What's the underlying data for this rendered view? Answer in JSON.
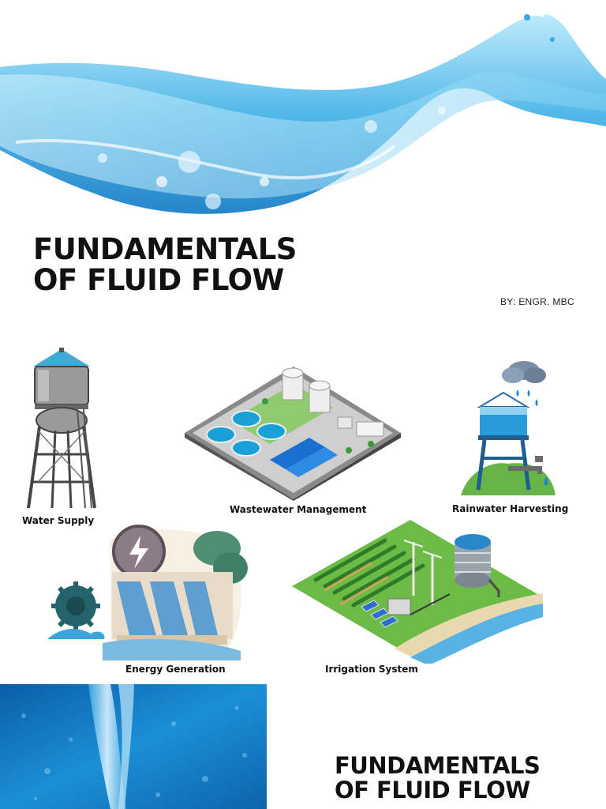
{
  "cover": {
    "title_line1": "FUNDAMENTALS",
    "title_line2": "OF FLUID FLOW",
    "byline": "BY: ENGR. MBC"
  },
  "applications": [
    {
      "label": "Water Supply",
      "icon": "water-tower-icon"
    },
    {
      "label": "Wastewater Management",
      "icon": "treatment-plant-icon"
    },
    {
      "label": "Rainwater Harvesting",
      "icon": "rain-tank-icon"
    },
    {
      "label": "Energy Generation",
      "icon": "hydro-dam-icon"
    },
    {
      "label": "Irrigation System",
      "icon": "irrigation-field-icon"
    }
  ],
  "footer": {
    "title_line1": "FUNDAMENTALS",
    "title_line2": "OF FLUID FLOW"
  },
  "colors": {
    "water_light": "#7fd0f2",
    "water_mid": "#2aa4de",
    "water_deep": "#0f6fb8",
    "panel_blue": "#1580c8",
    "text": "#111111"
  }
}
